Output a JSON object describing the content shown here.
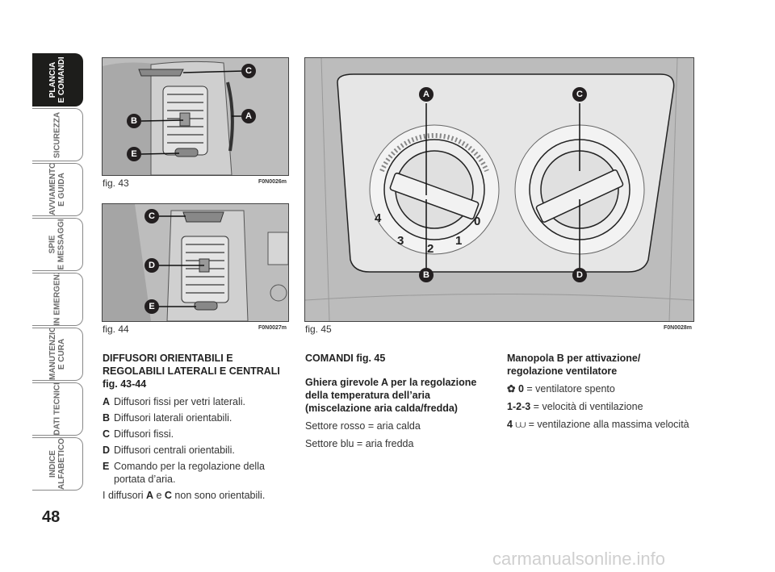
{
  "tabs": [
    {
      "label": "PLANCIA\nE COMANDI",
      "active": true
    },
    {
      "label": "SICUREZZA",
      "active": false
    },
    {
      "label": "AVVIAMENTO\nE GUIDA",
      "active": false
    },
    {
      "label": "SPIE\nE MESSAGGI",
      "active": false
    },
    {
      "label": "IN EMERGENZA",
      "active": false
    },
    {
      "label": "MANUTENZIONE\nE CURA",
      "active": false
    },
    {
      "label": "DATI TECNICI",
      "active": false
    },
    {
      "label": "INDICE\nALFABETICO",
      "active": false
    }
  ],
  "page_number": "48",
  "figures": {
    "fig43": {
      "caption": "fig. 43",
      "code": "F0N0026m",
      "badges": [
        "C",
        "A",
        "B",
        "E"
      ]
    },
    "fig44": {
      "caption": "fig. 44",
      "code": "F0N0027m",
      "badges": [
        "C",
        "D",
        "E"
      ]
    },
    "fig45": {
      "caption": "fig. 45",
      "code": "F0N0028m",
      "badges": [
        "A",
        "C",
        "B",
        "D"
      ],
      "knob_numbers": [
        "4",
        "3",
        "2",
        "1",
        "0"
      ]
    }
  },
  "col1": {
    "heading": "DIFFUSORI ORIENTABILI E REGOLABILI LATERALI E CENTRALI fig. 43-44",
    "items": [
      {
        "key": "A",
        "text": "Diffusori fissi per vetri laterali."
      },
      {
        "key": "B",
        "text": "Diffusori laterali orientabili."
      },
      {
        "key": "C",
        "text": "Diffusori fissi."
      },
      {
        "key": "D",
        "text": "Diffusori centrali orientabili."
      },
      {
        "key": "E",
        "text": "Comando per la regolazione della portata d’aria."
      }
    ],
    "note_pre": "I diffusori ",
    "note_a": "A",
    "note_mid": " e ",
    "note_c": "C",
    "note_post": " non sono orientabili."
  },
  "col2": {
    "heading": "COMANDI fig. 45",
    "subheading": "Ghiera girevole A per la regolazione della temperatura dell’aria (miscelazione aria calda/fredda)",
    "line1": "Settore rosso = aria calda",
    "line2": "Settore blu = aria fredda"
  },
  "col3": {
    "heading": "Manopola B per attivazione/ regolazione ventilatore",
    "r1_key": "0",
    "r1_text": "= ventilatore spento",
    "r2_key": "1-2-3",
    "r2_text": "= velocità di ventilazione",
    "r3_key": "4",
    "r3_text": "= ventilazione alla massima velocità"
  },
  "watermark": "carmanualsonline.info"
}
